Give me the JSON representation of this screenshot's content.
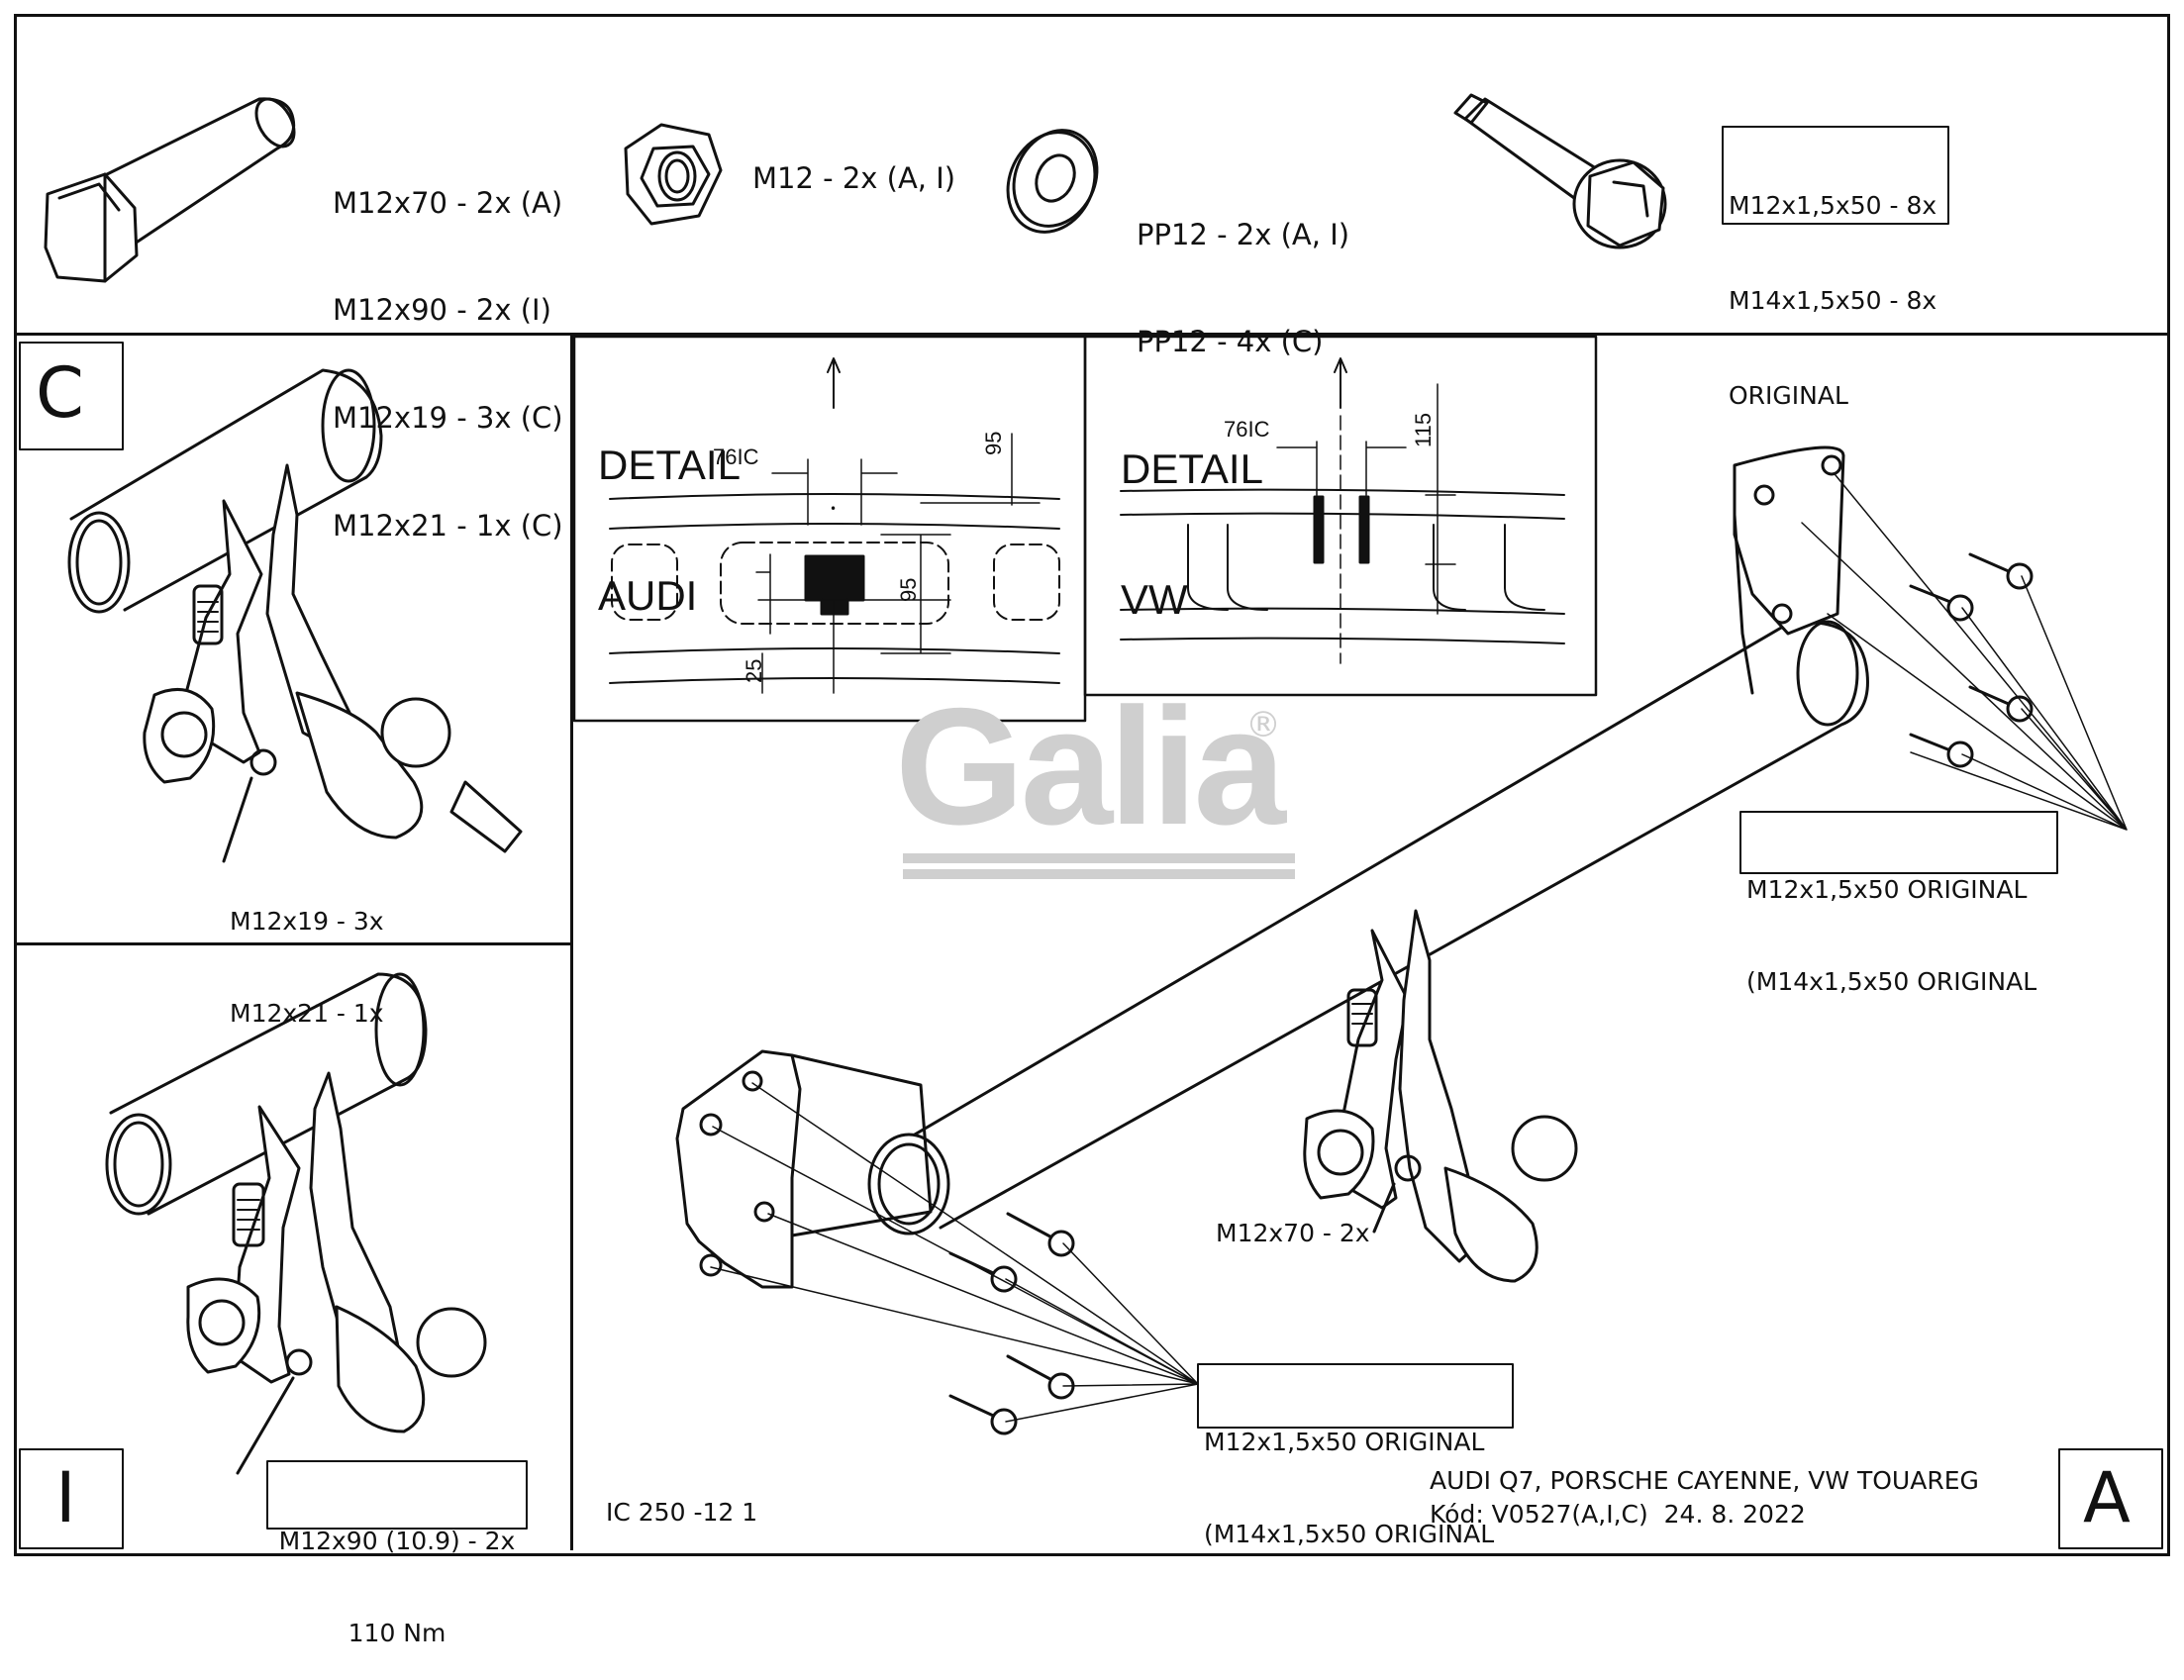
{
  "parts": {
    "bolt": [
      "M12x70 - 2x (A)",
      "M12x90 - 2x (I)",
      "M12x19 - 3x (C)",
      "M12x21 - 1x (C)"
    ],
    "nut": "M12 - 2x (A, I)",
    "washer": [
      "PP12 - 2x (A, I)",
      "PP12 - 4x (C)"
    ],
    "flange_bolt": [
      "M12x1,5x50 - 8x",
      "M14x1,5x50 - 8x",
      "ORIGINAL"
    ]
  },
  "variants": {
    "c": "C",
    "i": "I",
    "a": "A"
  },
  "panel_c": {
    "labels": [
      "M12x19 - 3x",
      "M12x21 - 1x"
    ]
  },
  "panel_i": {
    "labels": [
      "M12x90 (10.9) - 2x",
      "110 Nm"
    ]
  },
  "detail_audi": {
    "title": [
      "DETAIL",
      "AUDI"
    ],
    "dims": {
      "offset": "76IC",
      "top": "95",
      "side": "95",
      "bottom": "25"
    }
  },
  "detail_vw": {
    "title": [
      "DETAIL",
      "VW"
    ],
    "dims": {
      "offset": "76IC",
      "side": "115"
    }
  },
  "logo": {
    "text": "Galia",
    "mark": "®"
  },
  "main": {
    "label_right": [
      "M12x1,5x50 ORIGINAL",
      "(M14x1,5x50 ORIGINAL"
    ],
    "label_bottom": [
      "M12x1,5x50 ORIGINAL",
      "(M14x1,5x50 ORIGINAL"
    ],
    "label_hitch": "M12x70 - 2x"
  },
  "footer": {
    "code": "IC 250 -12 1",
    "vehicles": "AUDI Q7, PORSCHE CAYENNE, VW TOUAREG",
    "kod": "Kód: V0527(A,I,C)  24. 8. 2022"
  }
}
